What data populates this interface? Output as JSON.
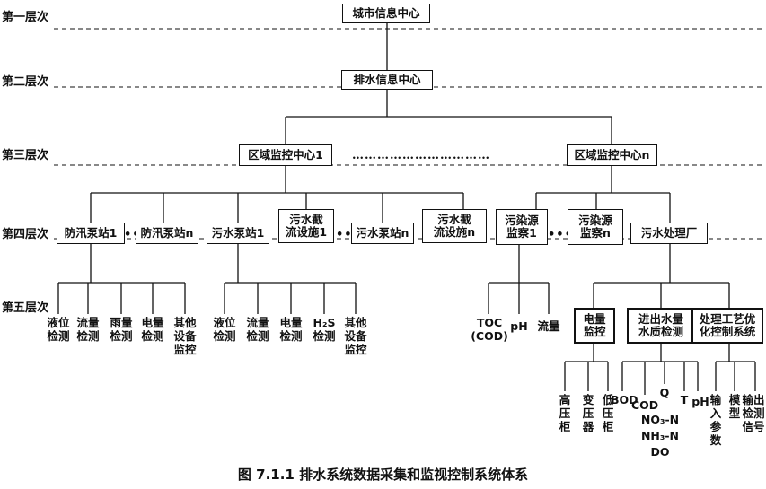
{
  "levels": [
    "第一层次",
    "第二层次",
    "第三层次",
    "第四层次",
    "第五层次"
  ],
  "level1": "城市信息中心",
  "level2": "排水信息中心",
  "level3": {
    "left": "区域监控中心1",
    "right": "区域监控中心n",
    "dots": "……………………………"
  },
  "level4": {
    "b1": "防汛泵站1",
    "b2": "防汛泵站n",
    "b3": "污水泵站1",
    "b4": "污水截\n流设施1",
    "b5": "污水泵站n",
    "b6": "污水截\n流设施n",
    "b7": "污染源\n监察1",
    "b8": "污染源\n监察n",
    "b9": "污水处理厂",
    "ellipsis": "•••"
  },
  "level5": {
    "flood": [
      "液位\n检测",
      "流量\n检测",
      "雨量\n检测",
      "电量\n检测",
      "其他\n设备\n监控"
    ],
    "sewage": [
      "液位\n检测",
      "流量\n检测",
      "电量\n检测",
      "H₂S\n检测",
      "其他\n设备\n监控"
    ],
    "pollution": [
      "TOC\n(COD)",
      "pH",
      "流量"
    ],
    "plant_boxes": [
      "电量\n监控",
      "进出水量\n水质检测",
      "处理工艺优\n化控制系统"
    ]
  },
  "level6": {
    "power": [
      "高\n压\n柜",
      "变\n压\n器",
      "低\n压\n柜"
    ],
    "quality": {
      "bod": "BOD",
      "cod": "COD",
      "q": "Q",
      "t": "T",
      "ph": "pH",
      "no3": "NO₃-N",
      "nh3": "NH₃-N",
      "do": "DO"
    },
    "process": [
      "输\n入\n参\n数",
      "模\n型",
      "输出\n检测\n信号"
    ]
  },
  "caption": "图 7.1.1   排水系统数据采集和监视控制系统体系"
}
